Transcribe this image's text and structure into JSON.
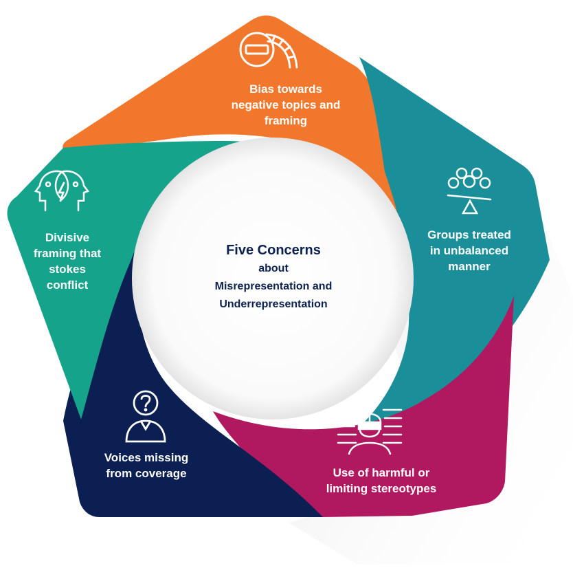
{
  "center": {
    "title": "Five Concerns",
    "line2": "about",
    "line3": "Misrepresentation and",
    "line4": "Underrepresentation"
  },
  "segments": [
    {
      "id": "negative",
      "color": "#f0772b",
      "icon": "speedometer-icon",
      "lines": [
        "Bias towards",
        "negative topics and",
        "framing"
      ]
    },
    {
      "id": "groups",
      "color": "#1b8f99",
      "icon": "unbalanced-scale-group-icon",
      "lines": [
        "Groups treated",
        "in unbalanced",
        "manner"
      ]
    },
    {
      "id": "stereotypes",
      "color": "#b0195f",
      "icon": "blindfolded-worker-icon",
      "lines": [
        "Use of harmful or",
        "limiting stereotypes"
      ]
    },
    {
      "id": "voices",
      "color": "#0b1f52",
      "icon": "person-question-icon",
      "lines": [
        "Voices missing",
        "from coverage"
      ]
    },
    {
      "id": "divisive",
      "color": "#16a38b",
      "icon": "two-heads-lightning-icon",
      "lines": [
        "Divisive",
        "framing that",
        "stokes",
        "conflict"
      ]
    }
  ]
}
